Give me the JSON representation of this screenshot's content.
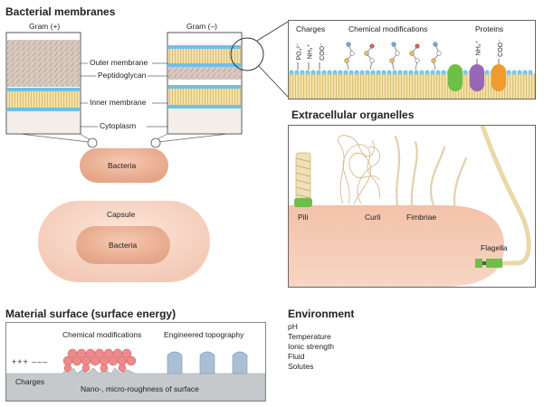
{
  "sections": {
    "bacterial_membranes": "Bacterial membranes",
    "extracellular_organelles": "Extracellular organelles",
    "material_surface": "Material surface (surface energy)",
    "environment": "Environment"
  },
  "membranes": {
    "gram_pos": "Gram (+)",
    "gram_neg": "Gram (–)",
    "labels": [
      "Outer membrane",
      "Peptidoglycan",
      "Inner membrane",
      "Cytoplasm"
    ]
  },
  "inset": {
    "charges": "Charges",
    "chemical_modifications": "Chemical modifications",
    "proteins": "Proteins",
    "charge_groups": [
      "PO₄²⁻",
      "NH₃⁺",
      "COO⁻"
    ],
    "protein_groups": [
      "NH₃⁺",
      "COO⁻"
    ]
  },
  "bacteria": {
    "bacteria_label": "Bacteria",
    "capsule_label": "Capsule",
    "capsule_bacteria_label": "Bacteria"
  },
  "organelles": {
    "pili": "Pili",
    "curli": "Curli",
    "fimbriae": "Fimbriae",
    "flagella": "Flagella"
  },
  "material": {
    "chemical_modifications": "Chemical modifications",
    "engineered_topography": "Engineered topography",
    "charges_signs": "+++  –––",
    "charges": "Charges",
    "roughness": "Nano-, micro-roughness of surface"
  },
  "environment": {
    "items": [
      "pH",
      "Temperature",
      "Ionic strength",
      "Fluid",
      "Solutes"
    ]
  }
}
